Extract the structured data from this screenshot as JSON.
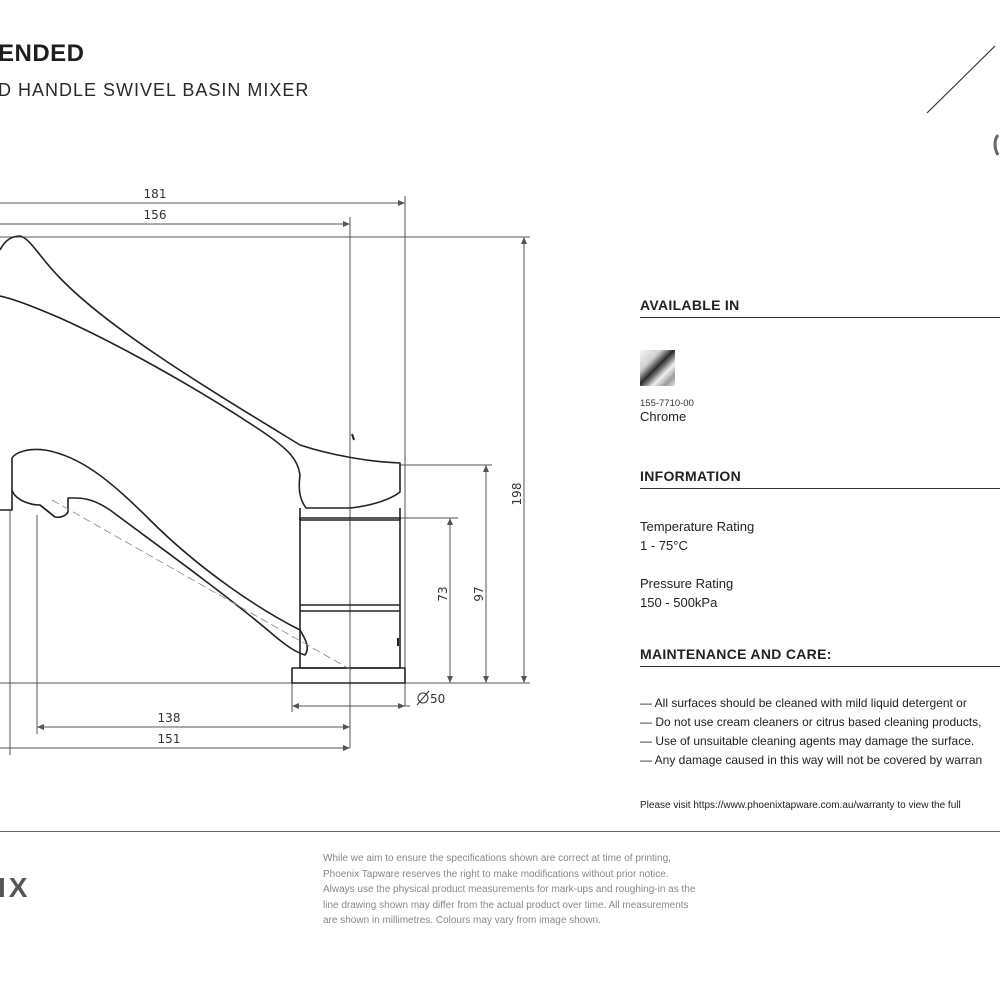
{
  "header": {
    "title": "ENDED",
    "subtitle": "D HANDLE SWIVEL BASIN MIXER"
  },
  "dimensions": {
    "d181": "181",
    "d156": "156",
    "d198": "198",
    "d97": "97",
    "d73": "73",
    "d50": "50",
    "d138": "138",
    "d151": "151"
  },
  "available": {
    "heading": "AVAILABLE IN",
    "code": "155-7710-00",
    "finish": "Chrome"
  },
  "information": {
    "heading": "INFORMATION",
    "temp_label": "Temperature Rating",
    "temp_value": "1 - 75°C",
    "pressure_label": "Pressure Rating",
    "pressure_value": "150 - 500kPa"
  },
  "maintenance": {
    "heading": "MAINTENANCE AND CARE:",
    "items": [
      "— All surfaces should be cleaned with mild liquid detergent or",
      "— Do not use cream cleaners or citrus based cleaning products,",
      "— Use of unsuitable cleaning agents may damage the surface.",
      "— Any damage caused in this way will not be covered by warran"
    ],
    "visit": "Please visit https://www.phoenixtapware.com.au/warranty to view the full"
  },
  "footer": {
    "logo": "IX",
    "disclaimer": [
      "While we aim to ensure the specifications shown are correct at time of printing,",
      "Phoenix Tapware reserves the right to make modifications without prior notice.",
      "Always use the physical product measurements for mark-ups and roughing-in as the",
      "line drawing shown may differ from the actual product over time. All measurements",
      "are shown in millimetres. Colours may vary from image shown."
    ]
  }
}
